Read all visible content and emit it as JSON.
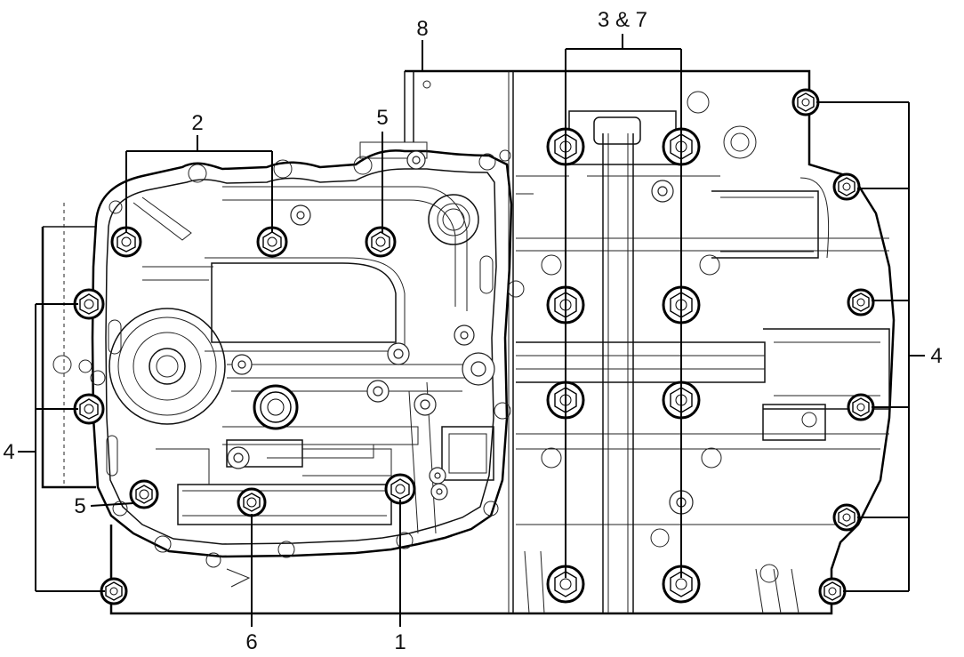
{
  "figure": {
    "labels": {
      "c1": "1",
      "c2": "2",
      "c37": "3 & 7",
      "c4_left": "4",
      "c4_right": "4",
      "c5_top": "5",
      "c5_left": "5",
      "c6": "6",
      "c8": "8"
    }
  }
}
